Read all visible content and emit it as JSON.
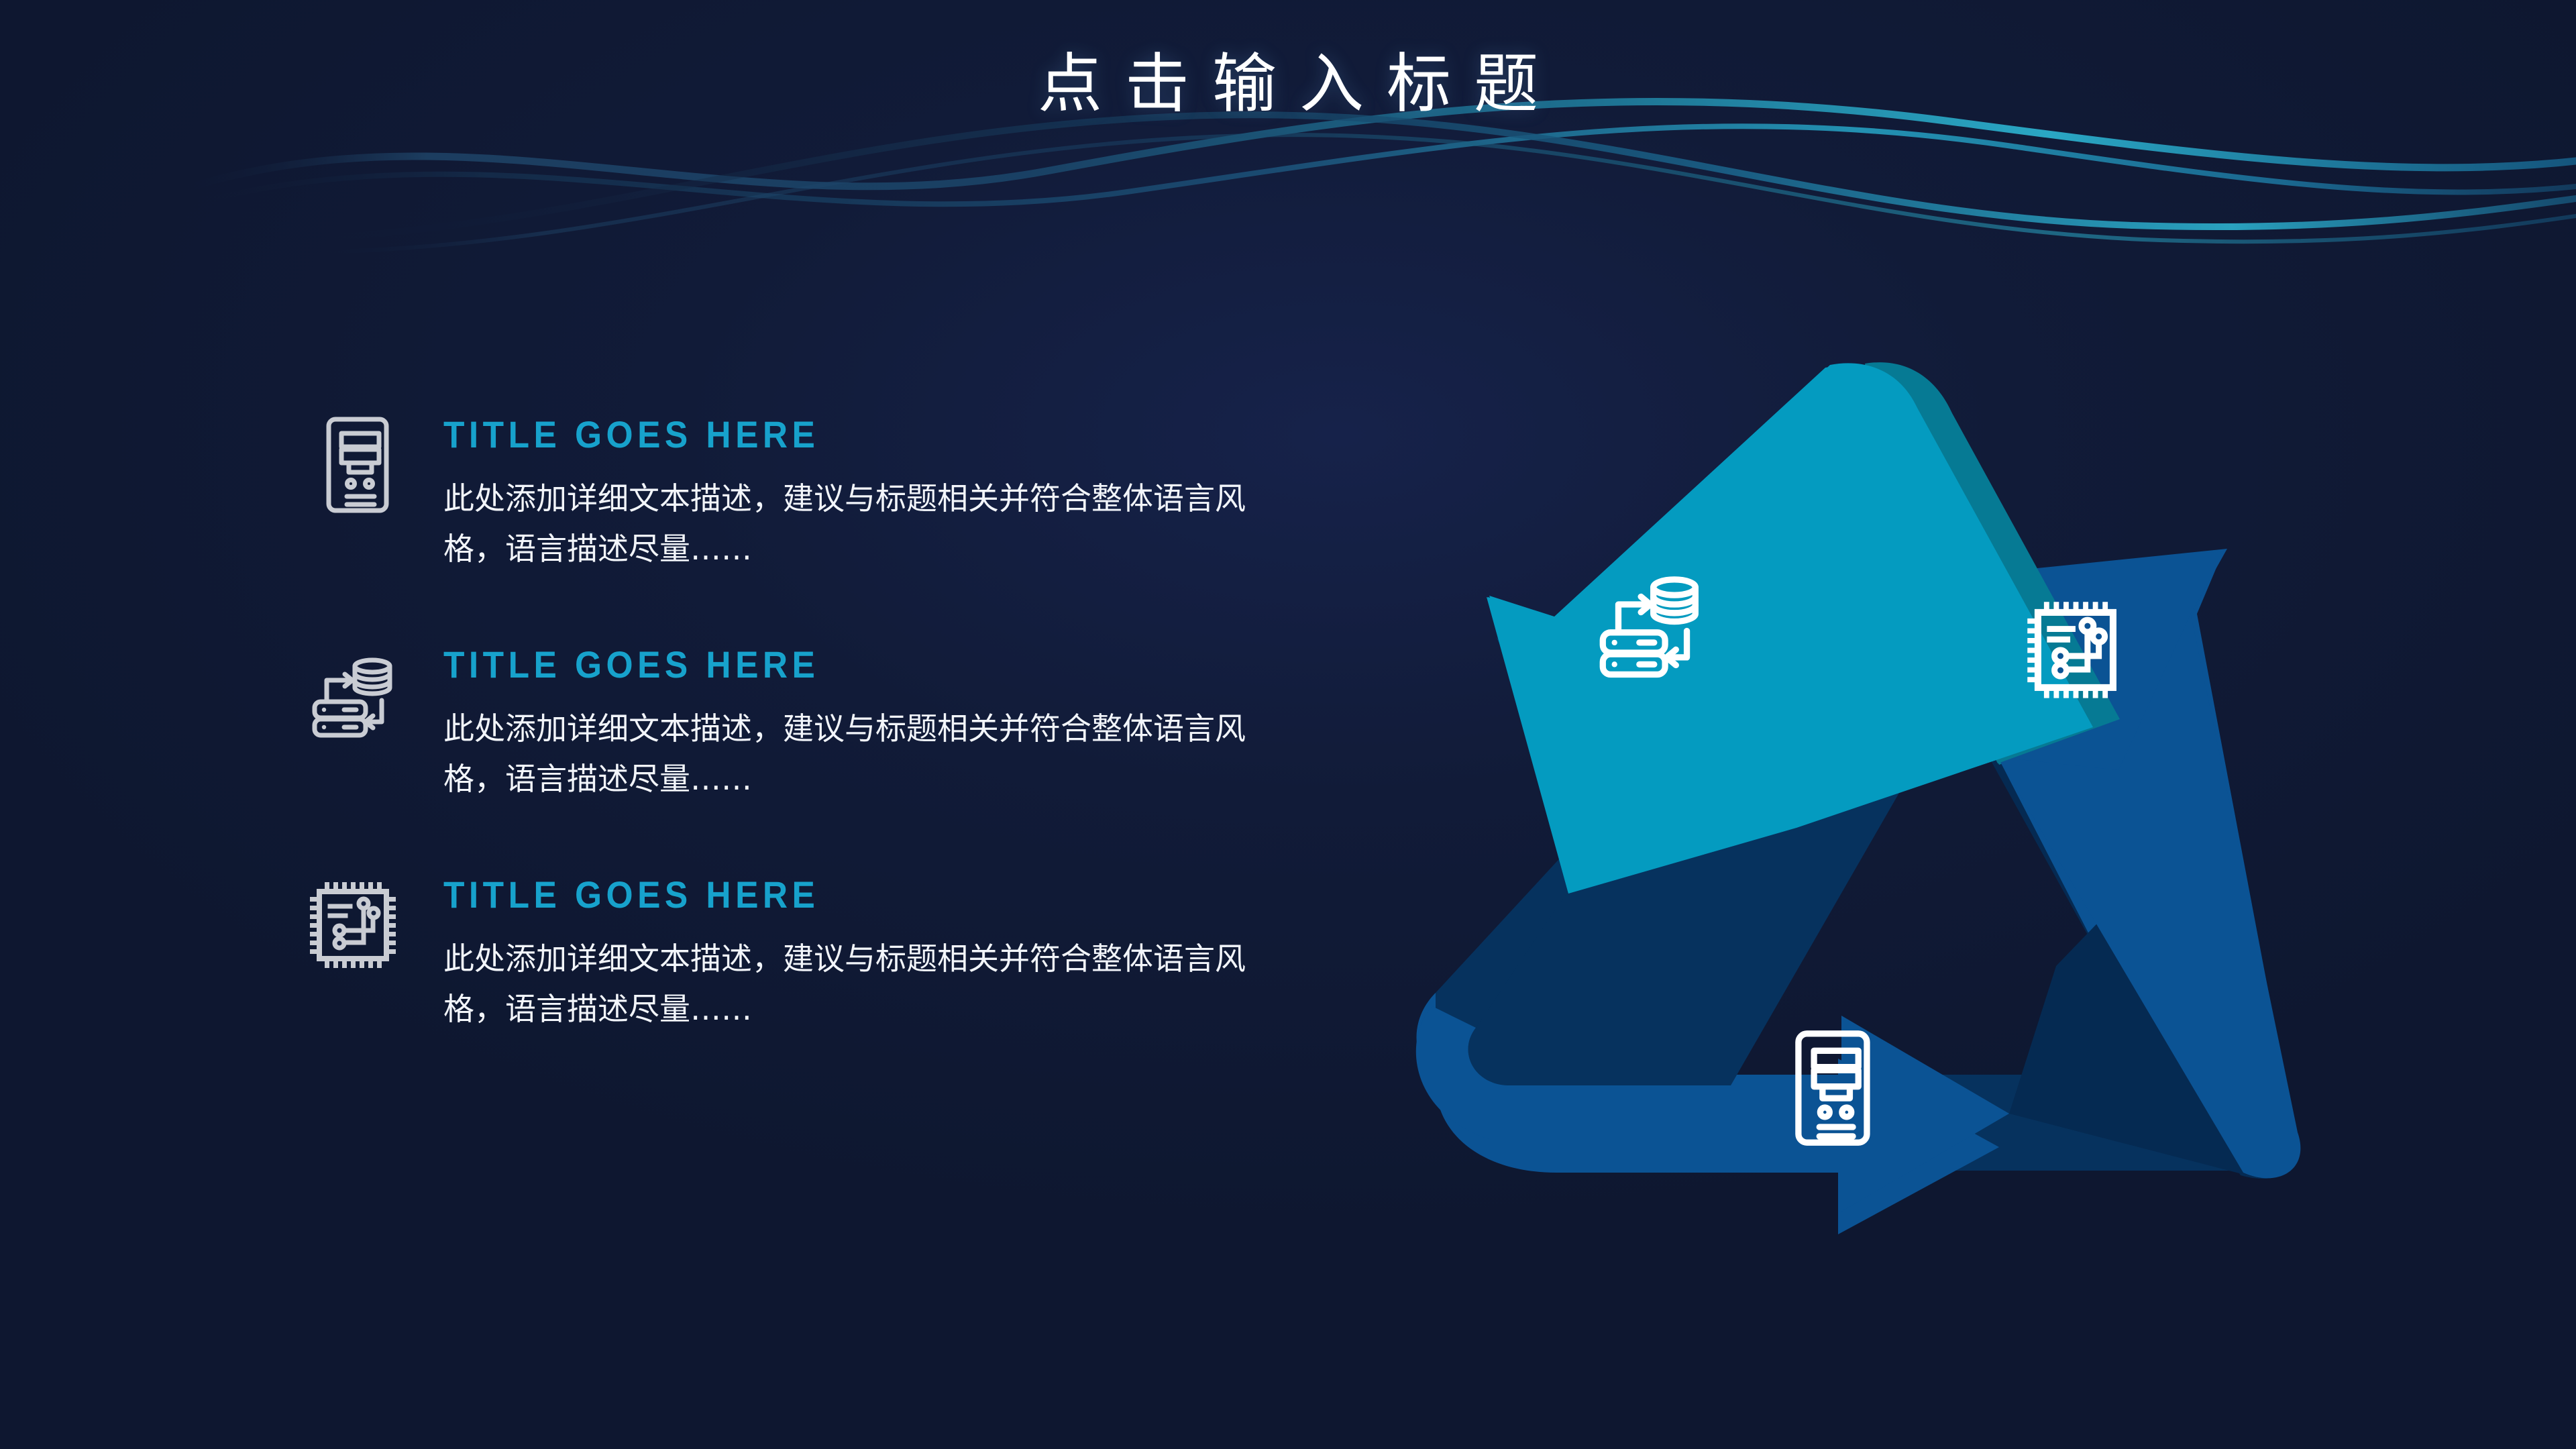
{
  "slide": {
    "title": "点击输入标题",
    "background_color": "#101a35",
    "accent_color": "#17a2cc",
    "text_color": "#f2f5fa"
  },
  "decor": {
    "wave_color_dim": "#1d3a5c",
    "wave_color_bright": "#1e8fae",
    "wave_name": "top-wave-ribbons"
  },
  "features": [
    {
      "icon": "computer-tower-icon",
      "title": "TITLE GOES HERE",
      "description": "此处添加详细文本描述，建议与标题相关并符合整体语言风格，语言描述尽量……"
    },
    {
      "icon": "database-sync-icon",
      "title": "TITLE GOES HERE",
      "description": "此处添加详细文本描述，建议与标题相关并符合整体语言风格，语言描述尽量……"
    },
    {
      "icon": "cpu-chip-icon",
      "title": "TITLE GOES HERE",
      "description": "此处添加详细文本描述，建议与标题相关并符合整体语言风格，语言描述尽量……"
    }
  ],
  "recycle_diagram": {
    "name": "recycle-triangle-diagram",
    "arrows": [
      {
        "position": "top-left",
        "icon": "database-sync-icon",
        "color": "#049bc0",
        "fold_color": "#067a94",
        "shadow_color": "#06325e"
      },
      {
        "position": "right",
        "icon": "cpu-chip-icon",
        "color": "#0b5394",
        "fold_color": "#094780",
        "shadow_color": "#052a52"
      },
      {
        "position": "bottom",
        "icon": "computer-tower-icon",
        "color": "#0b5394",
        "fold_color": "#094780",
        "shadow_color": "#052a52"
      }
    ]
  }
}
